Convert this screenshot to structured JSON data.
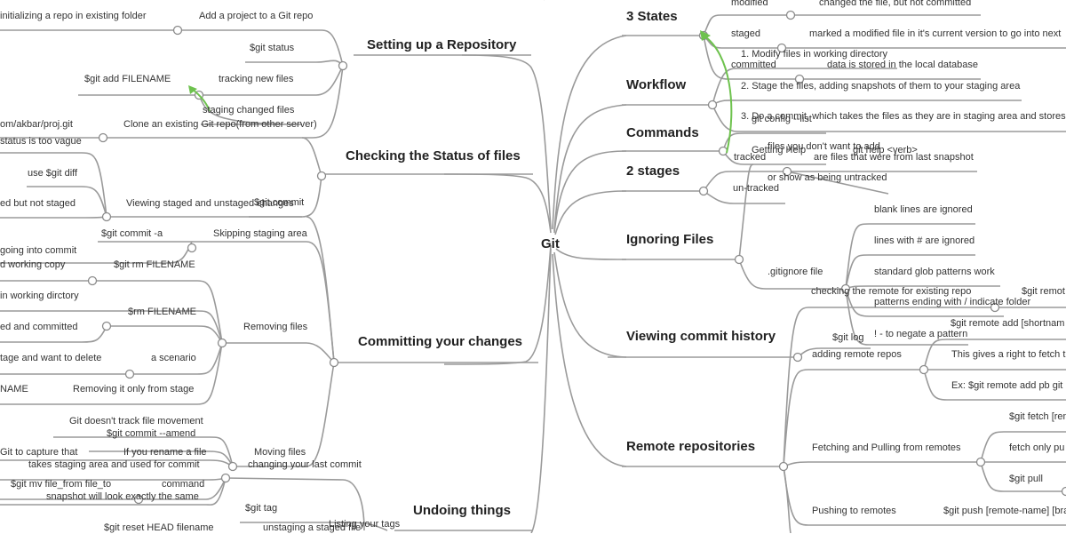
{
  "map": {
    "center": "Git",
    "topics": {
      "setting_up": "Setting up a Repository",
      "checking_status": "Checking the Status of files",
      "committing": "Committing your changes",
      "undoing": "Undoing things",
      "three_states": "3 States",
      "workflow": "Workflow",
      "commands": "Commands",
      "two_stages": "2 stages",
      "ignoring": "Ignoring Files",
      "viewing_history": "Viewing commit history",
      "remote_repos": "Remote repositories"
    },
    "left": {
      "add_project": "Add a project to a Git repo",
      "init_existing": "initializing a repo in existing folder",
      "clone_existing": "Clone an existing Git repo(from other server)",
      "clone_url": "om/akbar/proj.git",
      "git_status": "$git status",
      "tracking_new": "tracking new files",
      "git_add": "$git add FILENAME",
      "staging_changed": "staging changed files",
      "status_vague": "status is too vague",
      "use_diff": "use $git diff",
      "changed_not_staged": "ed but not staged",
      "viewing_staged": "Viewing staged and unstaged changes",
      "git_commit": "$git commit",
      "skipping_staging": "Skipping staging area",
      "git_commit_a": "$git commit -a",
      "going_into_commit": "going into commit",
      "working_copy": "d working copy",
      "removing_files": "Removing files",
      "git_rm": "$git rm FILENAME",
      "in_working_dir": "in working dirctory",
      "rm_filename": "$rm FILENAME",
      "staged_committed": "ed and committed",
      "a_scenario": "a scenario",
      "stage_delete": "tage and want to delete",
      "removing_from_stage": "Removing it only from stage",
      "name_frag": "NAME",
      "moving_files": "Moving files",
      "no_track_movement": "Git doesn't track file movement",
      "commit_amend": "$git commit --amend",
      "rename_file": "If you rename a file",
      "capture_that": "Git to capture that",
      "takes_staging": "takes staging area and used for commit",
      "changing_last": "changing your last commit",
      "git_mv": "$git mv file_from file_to",
      "command": "command",
      "snapshot_same": "snapshot will look exactly the same",
      "git_tag": "$git tag",
      "listing_tags": "Listing your tags",
      "reset_head": "$git reset HEAD filename",
      "unstaging": "unstaging a staged file"
    },
    "right": {
      "modified": "modified",
      "changed_not_committed": "changed the file, but not committed",
      "staged": "staged",
      "marked_modified": "marked a modified file in it's current version to go into next",
      "committed": "committed",
      "stored_db": "data is stored in the local database",
      "wf1": "1. Modify files in working directory",
      "wf2": "2. Stage the files, adding snapshots of them to your staging area",
      "wf3": "3. Do a commit, which takes the files as they are in staging area and stores",
      "git_config": "git config --list",
      "getting_help": "Getting Help",
      "git_help": "git help <verb>",
      "tracked": "tracked",
      "files_from_snapshot": "are files that were from last snapshot",
      "files_dont_want": "files you don't want to add",
      "show_untracked": "or show as being untracked",
      "untracked": "un-tracked",
      "blank_lines": "blank lines are ignored",
      "hash_lines": "lines with # are ignored",
      "glob_patterns": "standard glob patterns work",
      "gitignore": ".gitignore file",
      "checking_remote": "checking the remote for existing repo",
      "git_remote": "$git remot",
      "slash_folder": "patterns ending with / indicate folder",
      "remote_add": "$git remote add [shortnam",
      "git_log": "$git log",
      "negate": "! - to negate a pattern",
      "adding_remote": "adding remote repos",
      "right_to_fetch": "This gives a right to fetch t",
      "ex_remote_add": "Ex: $git remote add pb git",
      "git_fetch": "$git fetch [rem",
      "fetching_pulling": "Fetching and Pulling from remotes",
      "fetch_only": "fetch only pu",
      "git_pull": "$git pull",
      "pushing": "Pushing to remotes",
      "git_push": "$git push [remote-name] [bra"
    }
  },
  "colors": {
    "line": "#9a9a9a",
    "arrow": "#6ec24e",
    "text": "#333333",
    "topic": "#222222",
    "bg": "#ffffff"
  }
}
